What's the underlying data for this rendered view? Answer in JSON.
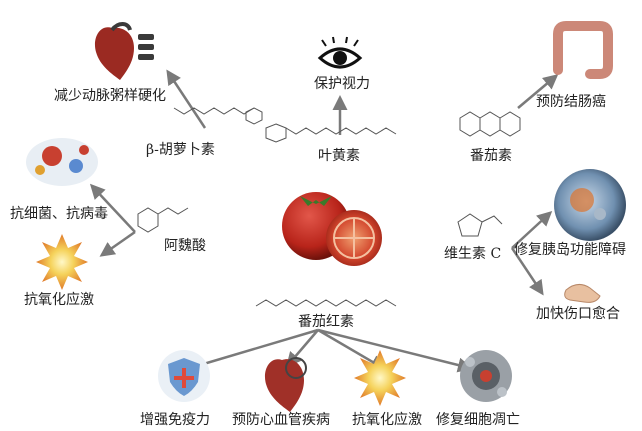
{
  "compounds": {
    "beta_carotene": "β-胡萝卜素",
    "lutein": "叶黄素",
    "tomatine": "番茄素",
    "ferulic_acid": "阿魏酸",
    "vitamin_c": "维生素 C",
    "lycopene": "番茄红素"
  },
  "effects": {
    "reduce_atherosclerosis": "减少动脉粥样硬化",
    "protect_vision": "保护视力",
    "prevent_colon_cancer": "预防结肠癌",
    "antibacterial_antiviral": "抗细菌、抗病毒",
    "antioxidative_stress_left": "抗氧化应激",
    "repair_islet": "修复胰岛功能障碍",
    "wound_healing": "加快伤口愈合",
    "enhance_immunity": "增强免疫力",
    "prevent_cardiovascular": "预防心血管疾病",
    "antioxidative_stress_bottom": "抗氧化应激",
    "repair_cell_apoptosis": "修复细胞凋亡"
  },
  "colors": {
    "arrow": "#7a7a7a",
    "text": "#222222",
    "tomato": "#b8241a",
    "molecule": "#555555"
  }
}
